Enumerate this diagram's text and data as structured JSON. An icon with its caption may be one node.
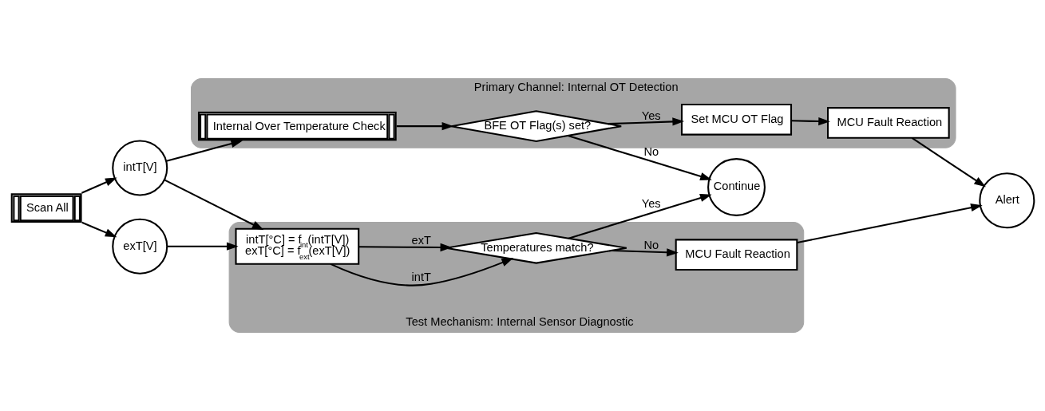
{
  "diagram": {
    "nodes": [
      {
        "text": [
          "Scan All"
        ]
      },
      {
        "text": [
          "intT[V]"
        ]
      },
      {
        "text": [
          "exT[V]"
        ]
      },
      {
        "text": [
          "Primary Channel: Internal OT Detection"
        ]
      },
      {
        "text": [
          "Internal Over Temperature Check"
        ],
        "in": 3
      },
      {
        "text": [
          "BFE OT Flag(s) set?"
        ],
        "in": 3
      },
      {
        "text": [
          "Set MCU OT Flag"
        ],
        "in": 3
      },
      {
        "text": [
          "MCU Fault Reaction"
        ],
        "in": 3
      },
      {
        "text": [
          "Alert"
        ]
      },
      {
        "text": [
          "Continue"
        ]
      },
      {
        "text": [
          "Test Mechanism: Internal Sensor Diagnostic"
        ]
      },
      {
        "text": [
          "intT[°C] = f$_{int}$(intT[V])",
          "exT[°C] = f$_{ext}$(exT[V])"
        ],
        "in": 10
      },
      {
        "text": [
          "Temperatures match?"
        ],
        "in": 10
      },
      {
        "text": [
          "MCU Fault Reaction"
        ],
        "in": 10
      }
    ],
    "edges": [
      {
        "from": 0,
        "to": 1,
        "arrow": "to"
      },
      {
        "from": 0,
        "to": 2,
        "arrow": "to"
      },
      {
        "from": 1,
        "to": 4,
        "arrow": "to"
      },
      {
        "from": 4,
        "to": 5,
        "arrow": "to"
      },
      {
        "from": 5,
        "to": 6,
        "arrow": "to",
        "label": "Yes"
      },
      {
        "from": 6,
        "to": 7,
        "arrow": "to"
      },
      {
        "from": 7,
        "to": 8,
        "arrow": "to"
      },
      {
        "from": 5,
        "to": 9,
        "arrow": "to",
        "label": "No"
      },
      {
        "from": 1,
        "to": 11,
        "arrow": "to"
      },
      {
        "from": 2,
        "to": 11,
        "arrow": "to"
      },
      {
        "from": 11,
        "to": 12,
        "arrow": "to",
        "label": "intT"
      },
      {
        "from": 11,
        "to": 12,
        "arrow": "to",
        "label": "exT"
      },
      {
        "from": 12,
        "to": 9,
        "arrow": "to",
        "label": "Yes"
      },
      {
        "from": 12,
        "to": 13,
        "arrow": "to",
        "label": "No"
      },
      {
        "from": 13,
        "to": 8,
        "arrow": "to"
      }
    ]
  }
}
